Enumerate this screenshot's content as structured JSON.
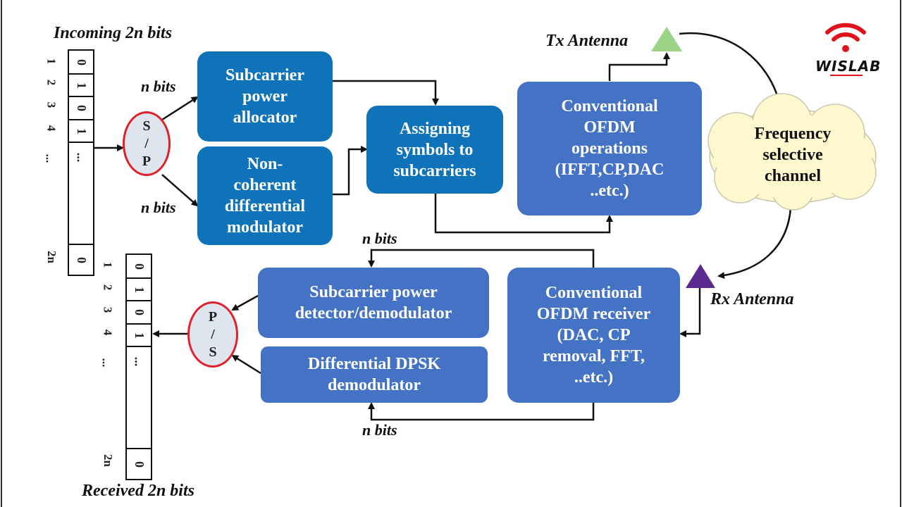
{
  "labels": {
    "incoming": "Incoming 2n bits",
    "received": "Received 2n bits",
    "n_bits": "n bits",
    "tx_antenna": "Tx Antenna",
    "rx_antenna": "Rx Antenna"
  },
  "sp": {
    "top": "S",
    "mid": "/",
    "bottom": "P"
  },
  "ps": {
    "top": "P",
    "mid": "/",
    "bottom": "S"
  },
  "blocks": {
    "subcarrier_power_allocator": "Subcarrier\npower\nallocator",
    "noncoherent_modulator": "Non-\ncoherent\ndifferential\nmodulator",
    "assigning_symbols": "Assigning\nsymbols to\nsubcarriers",
    "conventional_ofdm_ops": "Conventional\nOFDM\noperations\n(IFFT,CP,DAC\n..etc.)",
    "frequency_channel": "Frequency\nselective\nchannel",
    "ofdm_receiver": "Conventional\nOFDM receiver\n(DAC, CP\nremoval, FFT,\n..etc.)",
    "subcarrier_power_detector": "Subcarrier power\ndetector/demodulator",
    "dpsk_demodulator": "Differential DPSK\ndemodulator"
  },
  "incoming_bits": {
    "indices": [
      "1",
      "2",
      "3",
      "4",
      "...",
      "2n"
    ],
    "cells": [
      "0",
      "1",
      "0",
      "1",
      "...",
      "0"
    ]
  },
  "received_bits": {
    "indices": [
      "1",
      "2",
      "3",
      "4",
      "...",
      "2n"
    ],
    "cells": [
      "0",
      "1",
      "0",
      "1",
      "...",
      "0"
    ]
  },
  "logo": {
    "text": "WISLAB"
  },
  "colors": {
    "block_dark": "#0e73b8",
    "block_medium": "#4472c4",
    "ellipse_border": "#e0202a",
    "tx_antenna": "#9bd387",
    "rx_antenna": "#5b2a91",
    "cloud": "#fff8cf",
    "logo_red": "#e0141c"
  }
}
